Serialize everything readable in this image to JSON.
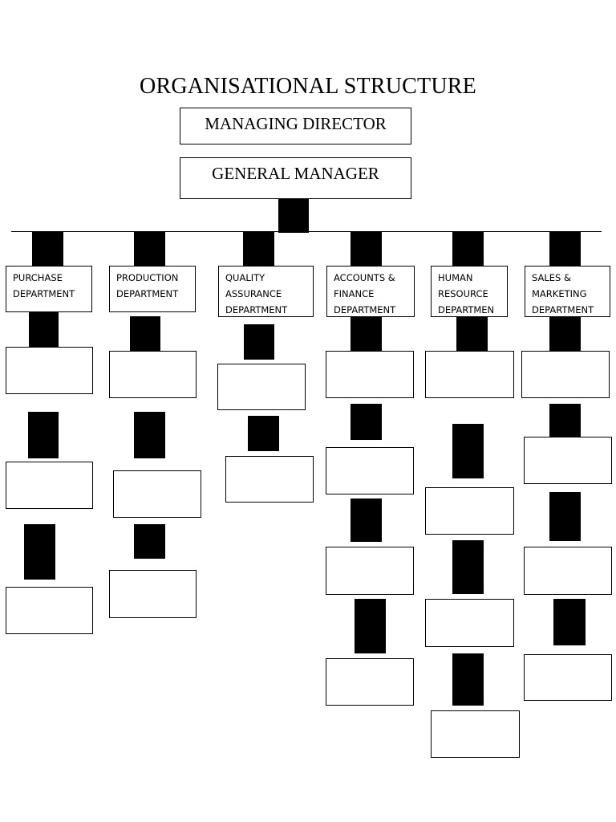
{
  "title": "ORGANISATIONAL STRUCTURE",
  "managing_director": "MANAGING DIRECTOR",
  "general_manager": "GENERAL MANAGER",
  "departments": [
    {
      "line1": "PURCHASE",
      "line2": "DEPARTMENT",
      "line3": ""
    },
    {
      "line1": "PRODUCTION",
      "line2": "DEPARTMENT",
      "line3": ""
    },
    {
      "line1": "QUALITY",
      "line2": "ASSURANCE",
      "line3": "DEPARTMENT"
    },
    {
      "line1": "ACCOUNTS &",
      "line2": "FINANCE",
      "line3": "DEPARTMENT"
    },
    {
      "line1": "HUMAN",
      "line2": "RESOURCE",
      "line3": "DEPARTMEN"
    },
    {
      "line1": "SALES &",
      "line2": "MARKETING",
      "line3": "DEPARTMENT"
    }
  ]
}
